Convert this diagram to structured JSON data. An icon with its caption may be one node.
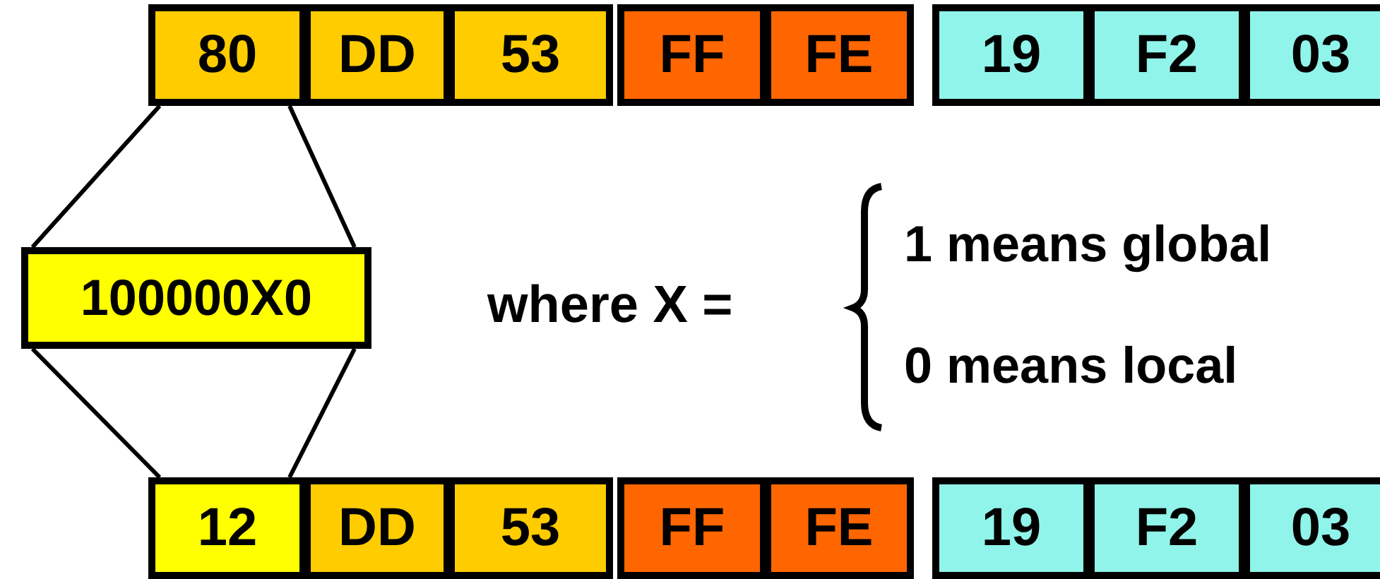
{
  "diagram": {
    "nodes": [
      {
        "text": [
          "80"
        ]
      },
      {
        "text": [
          "DD"
        ]
      },
      {
        "text": [
          "53"
        ]
      },
      {
        "text": [
          "FF"
        ]
      },
      {
        "text": [
          "FE"
        ]
      },
      {
        "text": [
          "19"
        ]
      },
      {
        "text": [
          "F2"
        ]
      },
      {
        "text": [
          "03"
        ]
      },
      {
        "text": [
          "100000X0"
        ]
      },
      {
        "text": [
          "12"
        ]
      },
      {
        "text": [
          "DD"
        ]
      },
      {
        "text": [
          "53"
        ]
      },
      {
        "text": [
          "FF"
        ]
      },
      {
        "text": [
          "FE"
        ]
      },
      {
        "text": [
          "19"
        ]
      },
      {
        "text": [
          "F2"
        ]
      },
      {
        "text": [
          "03"
        ]
      }
    ],
    "edges": [
      {
        "from": 0,
        "to": 8,
        "arrow": "none"
      },
      {
        "from": 8,
        "to": 9,
        "arrow": "none"
      }
    ],
    "labels": [
      "where X =",
      "1 means global",
      "0 means local"
    ]
  }
}
